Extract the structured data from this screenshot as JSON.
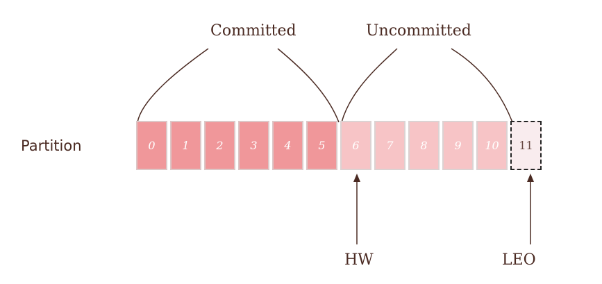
{
  "labels": {
    "committed": "Committed",
    "uncommitted": "Uncommitted",
    "partition": "Partition",
    "hw": "HW",
    "leo": "LEO"
  },
  "partition": {
    "offsets": [
      "0",
      "1",
      "2",
      "3",
      "4",
      "5",
      "6",
      "7",
      "8",
      "9",
      "10",
      "11"
    ],
    "committed_count": 6,
    "uncommitted_count": 5,
    "leo_index": 11,
    "hw_index": 6
  },
  "colors": {
    "committed": "#f0979a",
    "uncommitted": "#f7c4c6",
    "leo": "#f9ecee",
    "line": "#4a2a22"
  }
}
